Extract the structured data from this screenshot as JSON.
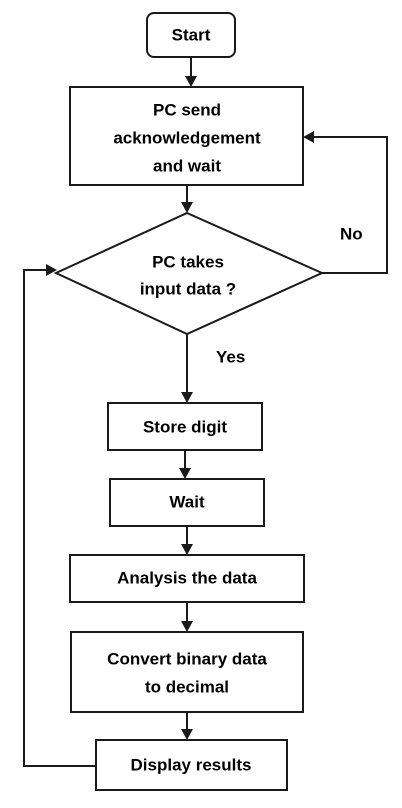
{
  "nodes": {
    "start": "Start",
    "pc_send": [
      "PC send",
      "acknowledgement",
      "and wait"
    ],
    "decision": [
      "PC takes",
      "input data ?"
    ],
    "store_digit": "Store digit",
    "wait": "Wait",
    "analysis": "Analysis the data",
    "convert": [
      "Convert binary data",
      "to decimal"
    ],
    "display": "Display results"
  },
  "edges": {
    "no": "No",
    "yes": "Yes"
  }
}
